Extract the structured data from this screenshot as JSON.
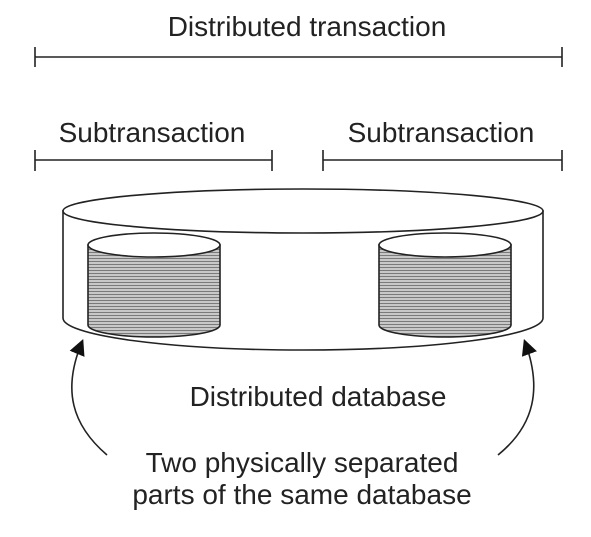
{
  "diagram": {
    "title": "Distributed transaction",
    "sub_left": "Subtransaction",
    "sub_right": "Subtransaction",
    "database_label": "Distributed database",
    "parts_line1": "Two physically separated",
    "parts_line2": "parts of the same database"
  }
}
